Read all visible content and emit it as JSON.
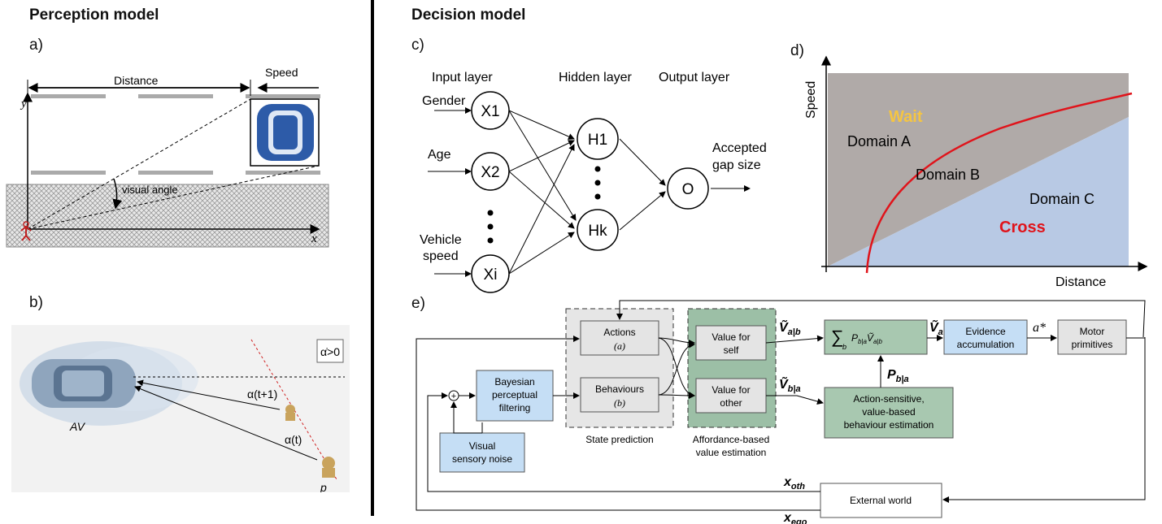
{
  "perception": {
    "title": "Perception model",
    "a": {
      "label": "a)",
      "distance": "Distance",
      "speed": "Speed",
      "visual_angle": "visual angle",
      "y_axis": "y",
      "x_axis": "x"
    },
    "b": {
      "label": "b)",
      "av": "AV",
      "alpha_next": "α(t+1)",
      "alpha_now": "α(t)",
      "pedestrian": "p",
      "condition": "α̇>0"
    }
  },
  "decision": {
    "title": "Decision model",
    "c": {
      "label": "c)",
      "layers": [
        "Input layer",
        "Hidden layer",
        "Output layer"
      ],
      "inputs": [
        "Gender",
        "Age",
        "Vehicle",
        "speed"
      ],
      "input_nodes": [
        "X1",
        "X2",
        "Xi"
      ],
      "hidden_nodes": [
        "H1",
        "Hk"
      ],
      "output_node": "O",
      "output_label": [
        "Accepted",
        "gap size"
      ]
    },
    "d": {
      "label": "d)",
      "y_axis": "Speed",
      "x_axis": "Distance",
      "wait": "Wait",
      "cross": "Cross",
      "domains": [
        "Domain A",
        "Domain B",
        "Domain C"
      ],
      "colors": {
        "upper": "#b0aaa8",
        "lower": "#b8c9e4",
        "curve": "#e0141b",
        "wait": "#f5c542",
        "cross": "#e0141b"
      }
    },
    "e": {
      "label": "e)",
      "actions": "Actions",
      "actions_sub": "(a)",
      "behaviours": "Behaviours",
      "behaviours_sub": "(b)",
      "value_self": [
        "Value for",
        "self"
      ],
      "value_other": [
        "Value for",
        "other"
      ],
      "bayes": [
        "Bayesian",
        "perceptual",
        "filtering"
      ],
      "noise": [
        "Visual",
        "sensory noise"
      ],
      "evidence": [
        "Evidence",
        "accumulation"
      ],
      "motor": [
        "Motor",
        "primitives"
      ],
      "behaviour_est": [
        "Action-sensitive,",
        "value-based",
        "behaviour estimation"
      ],
      "external": "External world",
      "state_prediction": "State prediction",
      "affordance": [
        "Affordance-based",
        "value estimation"
      ],
      "v_ab": "Ṽ",
      "v_ab_sub": "a|b",
      "v_ba": "Ṽ",
      "v_ba_sub": "b|a",
      "v_a": "Ṽ",
      "v_a_sub": "a",
      "a_star": "a*",
      "p_ba": "P",
      "p_ba_sub": "b|a",
      "sum": "∑",
      "sum_sub": "b",
      "sum_terms": "P",
      "sum_terms_sub": "b|a",
      "sum_terms_v": "Ṽ",
      "sum_terms_v_sub": "a|b",
      "x_oth": "x",
      "x_oth_sub": "oth",
      "x_ego": "x",
      "x_ego_sub": "ego",
      "plus": "+",
      "colors": {
        "blue": "#c5def5",
        "green": "#a8c8b0",
        "grey": "#e4e4e4",
        "stateBg": "#e6e6e6",
        "affBg": "#9cbfa6"
      }
    }
  }
}
